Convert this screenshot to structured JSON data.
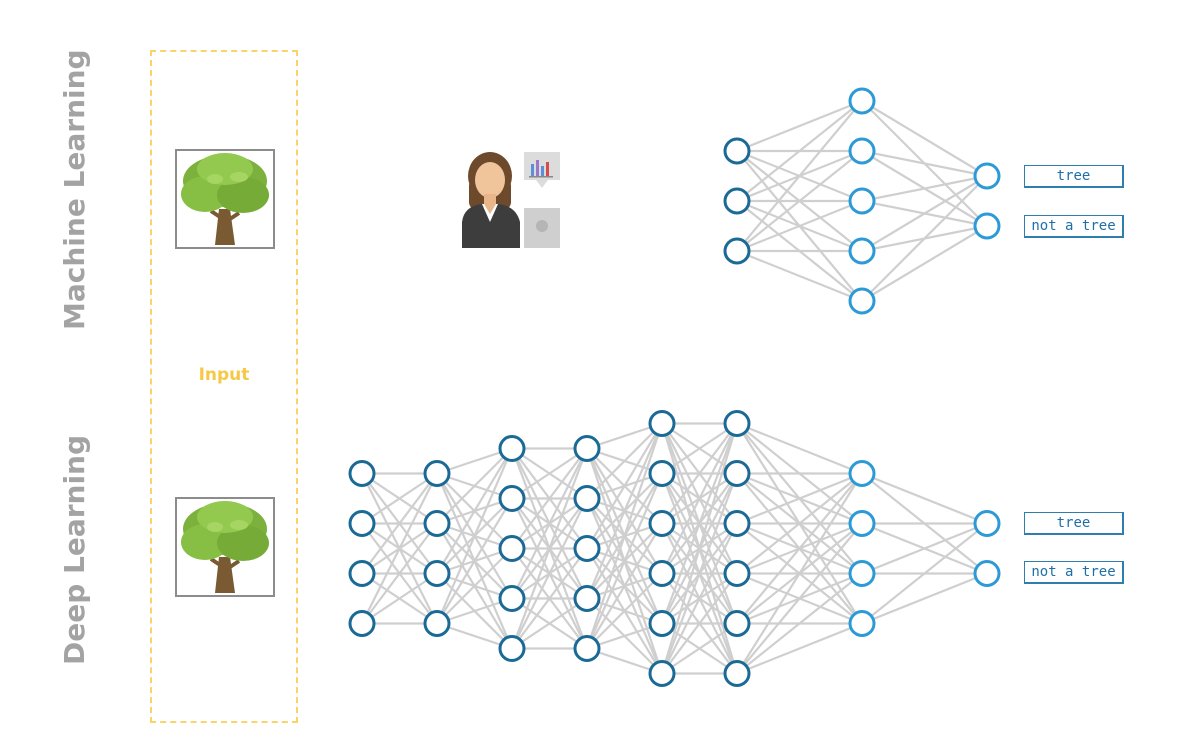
{
  "labels": {
    "machine_learning": "Machine Learning",
    "deep_learning": "Deep Learning",
    "input": "Input"
  },
  "outputs": {
    "ml": [
      "tree",
      "not a tree"
    ],
    "dl": [
      "tree",
      "not a tree"
    ]
  },
  "networks": {
    "machine_learning": {
      "layer_sizes": [
        3,
        5,
        2
      ]
    },
    "deep_learning": {
      "layer_sizes": [
        4,
        4,
        5,
        5,
        6,
        6,
        4,
        2
      ]
    }
  },
  "colors": {
    "node_dark": "#1b6a96",
    "node_light": "#2c9ad6",
    "edge": "#cfcfcf",
    "side_label": "#a3a3a3",
    "input_border": "#fbd36b",
    "input_text": "#f7c846",
    "output_border": "#2e7fb0"
  },
  "icons": {
    "input_image": "tree-icon",
    "feature_engineer": "analyst-person-icon"
  }
}
